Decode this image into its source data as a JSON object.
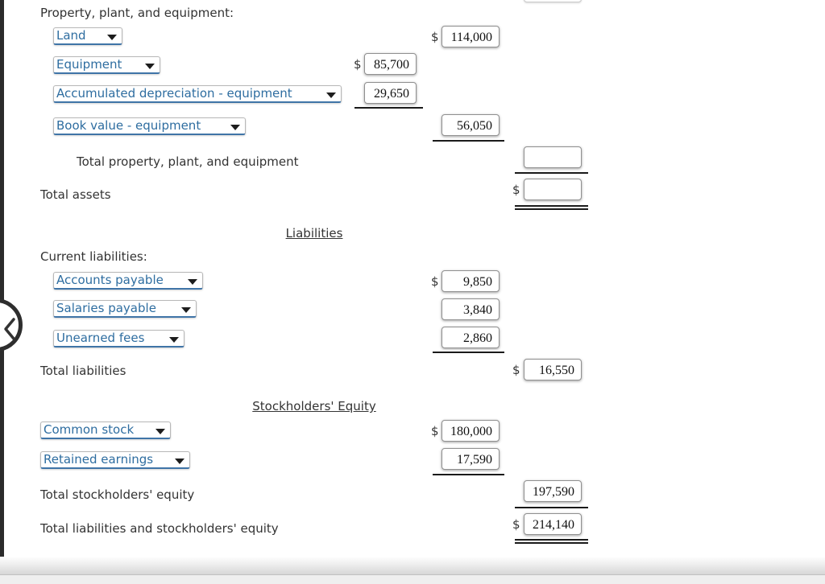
{
  "ui": {
    "currency_symbol": "$",
    "colors": {
      "select_text": "#2e6da0",
      "select_underline": "#3f74a7",
      "label_text": "#333333",
      "underline": "#1a1a1a"
    },
    "collapse_button_icon": "chevron-left-icon"
  },
  "balance_sheet": {
    "assets": {
      "group_label": "Property, plant, and equipment:",
      "rows": [
        {
          "account": "Land",
          "amount": "114,000"
        },
        {
          "account": "Equipment",
          "amount": "85,700"
        },
        {
          "account": "Accumulated depreciation - equipment",
          "amount": "29,650"
        },
        {
          "account": "Book value - equipment",
          "amount": "56,050"
        },
        {
          "label": "Total property, plant, and equipment",
          "amount": ""
        },
        {
          "label": "Total assets",
          "amount": ""
        }
      ]
    },
    "liabilities": {
      "heading": "Liabilities",
      "group_label": "Current liabilities:",
      "rows": [
        {
          "account": "Accounts payable",
          "amount": "9,850"
        },
        {
          "account": "Salaries payable",
          "amount": "3,840"
        },
        {
          "account": "Unearned fees",
          "amount": "2,860"
        },
        {
          "label": "Total liabilities",
          "amount": "16,550"
        }
      ]
    },
    "equity": {
      "heading": "Stockholders' Equity",
      "rows": [
        {
          "account": "Common stock",
          "amount": "180,000"
        },
        {
          "account": "Retained earnings",
          "amount": "17,590"
        },
        {
          "label": "Total stockholders' equity",
          "amount": "197,590"
        },
        {
          "label": "Total liabilities and stockholders' equity",
          "amount": "214,140"
        }
      ]
    }
  }
}
